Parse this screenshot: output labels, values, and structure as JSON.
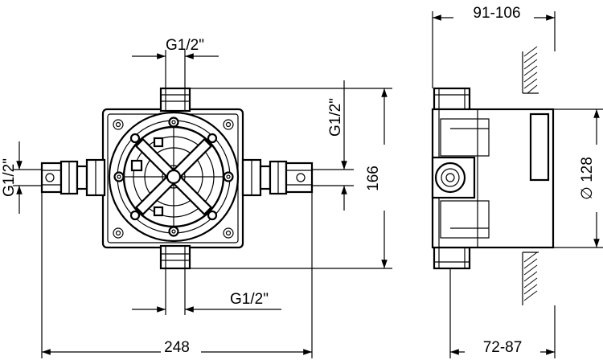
{
  "dimensions": {
    "top_thread": "G1/2\"",
    "left_thread": "G1/2\"",
    "right_inlet_thread": "G1/2\"",
    "bottom_thread": "G1/2\"",
    "overall_width": "248",
    "overall_height": "166",
    "side_depth_top": "91-106",
    "side_depth_bottom": "72-87",
    "diameter": "∅ 128"
  }
}
